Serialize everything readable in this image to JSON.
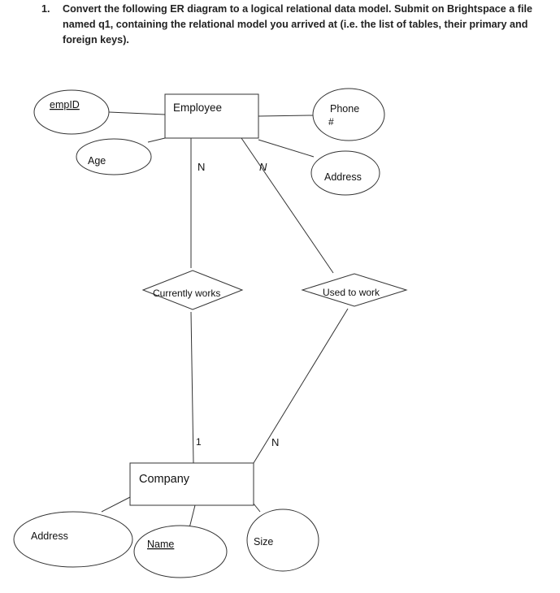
{
  "question": {
    "number": "1.",
    "text": "Convert the following ER diagram to a logical relational data model. Submit on Brightspace a file named q1, containing the relational model you arrived at (i.e. the list of tables, their primary and foreign keys)."
  },
  "diagram": {
    "entities": {
      "employee": "Employee",
      "company": "Company"
    },
    "relationships": {
      "currently_works": "Currently works",
      "used_to_work": "Used to work"
    },
    "attributes": {
      "emp_id": "empID",
      "age": "Age",
      "phone_line1": "Phone",
      "phone_line2": "#",
      "emp_address": "Address",
      "company_address": "Address",
      "name": "Name",
      "size": "Size"
    },
    "cardinalities": {
      "employee_currently": "N",
      "employee_used": "N",
      "company_currently": "1",
      "company_used": "N"
    }
  }
}
